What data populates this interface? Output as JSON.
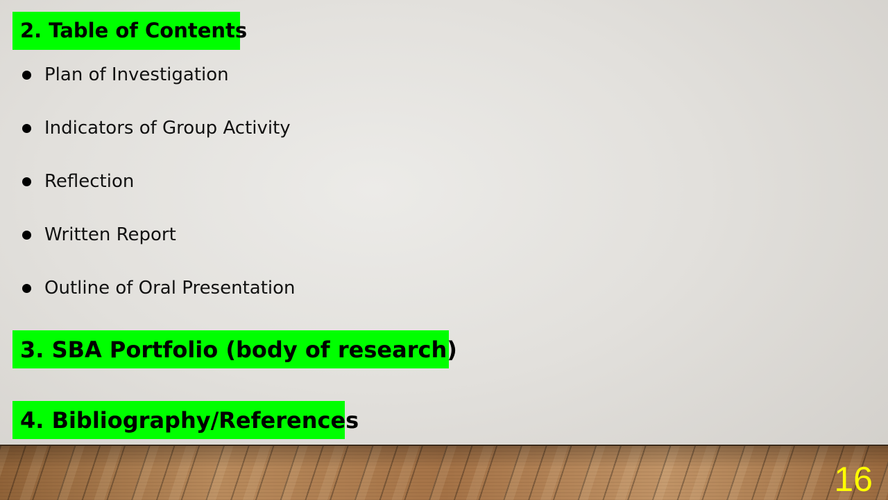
{
  "slide": {
    "toc_heading": "2. Table of Contents",
    "toc_items": [
      "Plan of Investigation",
      "Indicators of Group Activity",
      "Reflection",
      "Written Report",
      "Outline of Oral Presentation"
    ],
    "sba_heading": "3. SBA Portfolio (body of research)",
    "bibliography_heading": "4. Bibliography/References",
    "page_number": "16"
  },
  "colors": {
    "heading_highlight": "#00ff00",
    "page_number": "#ffff00",
    "floor": "#a8774a"
  }
}
